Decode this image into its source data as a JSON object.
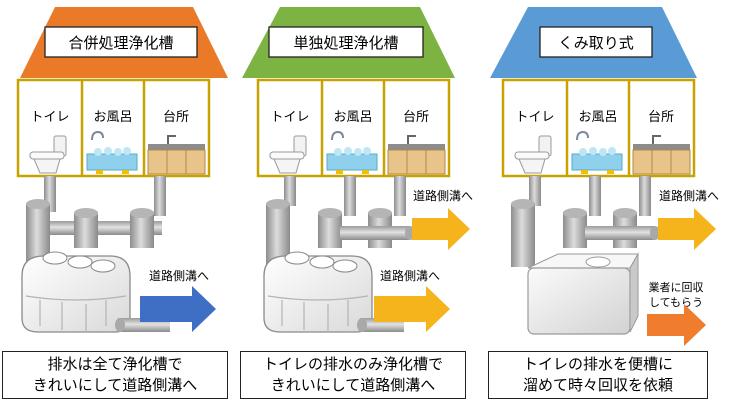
{
  "panels": [
    {
      "title": "合併処理浄化槽",
      "roof_color": "#EA7A28",
      "arrow_color": "#3E6FC4",
      "rooms": [
        "トイレ",
        "お風呂",
        "台所"
      ],
      "arrow_label": "道路側溝へ",
      "caption_line1": "排水は全て浄化槽で",
      "caption_line2": "きれいにして道路側溝へ"
    },
    {
      "title": "単独処理浄化槽",
      "roof_color": "#7CB342",
      "arrow_color": "#F6B41C",
      "rooms": [
        "トイレ",
        "お風呂",
        "台所"
      ],
      "arrow_label_upper": "道路側溝へ",
      "arrow_label_lower": "道路側溝へ",
      "caption_line1": "トイレの排水のみ浄化槽で",
      "caption_line2": "きれいにして道路側溝へ"
    },
    {
      "title": "くみ取り式",
      "roof_color": "#5B9BD5",
      "arrow_color_upper": "#F6B41C",
      "arrow_color_lower": "#F07C2E",
      "rooms": [
        "トイレ",
        "お風呂",
        "台所"
      ],
      "arrow_label_upper": "道路側溝へ",
      "arrow_label_lower_1": "業者に回収",
      "arrow_label_lower_2": "してもらう",
      "caption_line1": "トイレの排水を便槽に",
      "caption_line2": "溜めて時々回収を依頼"
    }
  ]
}
